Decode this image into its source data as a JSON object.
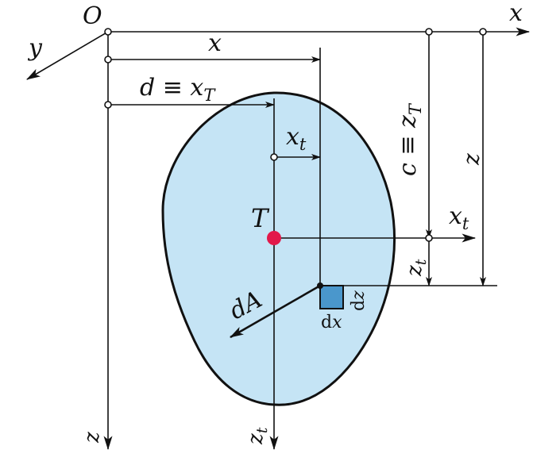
{
  "labels": {
    "origin": "O",
    "axis_x": "x",
    "axis_y": "y",
    "axis_z": "z",
    "dim_x": "x",
    "dim_d_main": "d ≡ x",
    "dim_d_sub": "T",
    "centroid": "T",
    "xt_top_main": "x",
    "xt_top_sub": "t",
    "xt_right_main": "x",
    "xt_right_sub": "t",
    "c_main": "c ≡ z",
    "c_sub": "T",
    "z_right": "z",
    "zt_small_main": "z",
    "zt_small_sub": "t",
    "dA": "dA",
    "dx_d": "d",
    "dx_x": "x",
    "dz_d": "d",
    "dz_z": "z",
    "zt_bottom_main": "z",
    "zt_bottom_sub": "t",
    "z_bottom": "z"
  },
  "colors": {
    "shape_fill": "#c5e4f5",
    "centroid": "#e2184a",
    "element": "#4a97cc",
    "line": "#111111"
  }
}
